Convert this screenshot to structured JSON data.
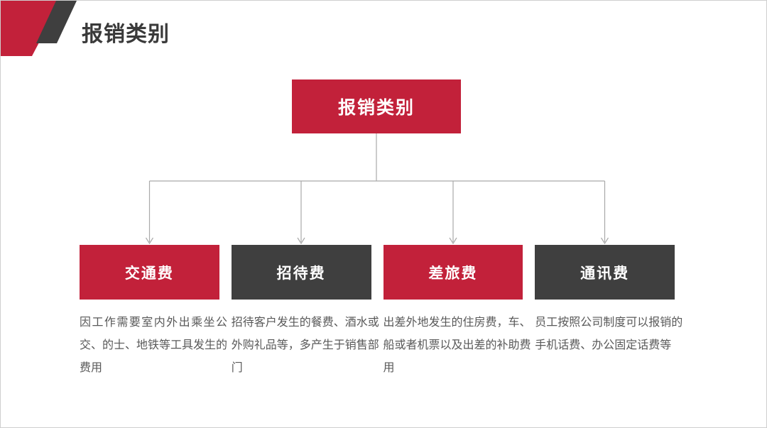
{
  "slide": {
    "header": {
      "title": "报销类别"
    },
    "diagram": {
      "root": {
        "label": "报销类别"
      },
      "categories": [
        {
          "label": "交通费",
          "color": "#c2213a",
          "description": "因工作需要室内外出乘坐公交、的士、地铁等工具发生的费用"
        },
        {
          "label": "招待费",
          "color": "#3f3f3f",
          "description": "招待客户发生的餐费、酒水或外购礼品等，多产生于销售部门"
        },
        {
          "label": "差旅费",
          "color": "#c2213a",
          "description": "出差外地发生的住房费，车、船或者机票以及出差的补助费用"
        },
        {
          "label": "通讯费",
          "color": "#3f3f3f",
          "description": "员工按照公司制度可以报销的手机话费、办公固定话费等"
        }
      ]
    },
    "colors": {
      "accent_red": "#c2213a",
      "accent_dark": "#3f3f3f",
      "connector": "#a9a9a9",
      "title_text": "#3a3a3a",
      "body_text": "#595959"
    }
  }
}
